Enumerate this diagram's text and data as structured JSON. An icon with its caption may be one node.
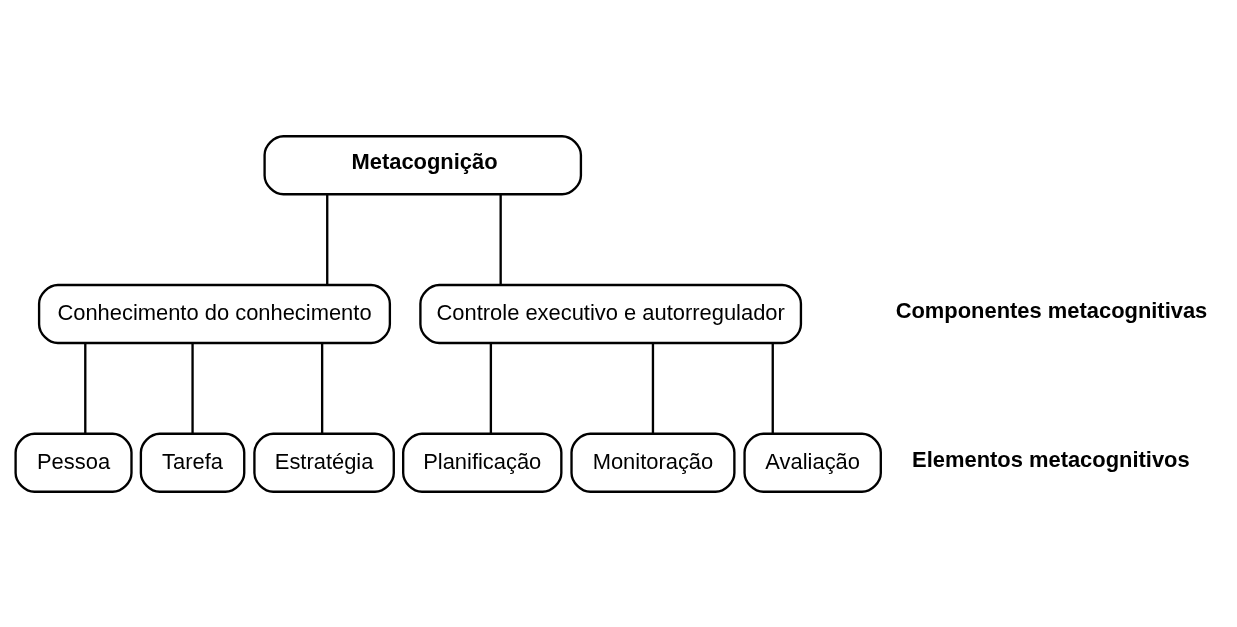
{
  "diagram": {
    "nodes": [
      {
        "text": [
          "Metacognição"
        ]
      },
      {
        "text": [
          "Conhecimento do conhecimento"
        ]
      },
      {
        "text": [
          "Controle executivo e autorregulador"
        ]
      },
      {
        "text": [
          "Pessoa"
        ]
      },
      {
        "text": [
          "Tarefa"
        ]
      },
      {
        "text": [
          "Estratégia"
        ]
      },
      {
        "text": [
          "Planificação"
        ]
      },
      {
        "text": [
          "Monitoração"
        ]
      },
      {
        "text": [
          "Avaliação"
        ]
      }
    ],
    "edges": [
      {
        "from": 0,
        "to": 1,
        "arrow": "none"
      },
      {
        "from": 0,
        "to": 2,
        "arrow": "none"
      },
      {
        "from": 1,
        "to": 3,
        "arrow": "none"
      },
      {
        "from": 1,
        "to": 4,
        "arrow": "none"
      },
      {
        "from": 1,
        "to": 5,
        "arrow": "none"
      },
      {
        "from": 2,
        "to": 6,
        "arrow": "none"
      },
      {
        "from": 2,
        "to": 7,
        "arrow": "none"
      },
      {
        "from": 2,
        "to": 8,
        "arrow": "none"
      }
    ],
    "labels": [
      "Componentes metacognitivas",
      "Elementos metacognitivos"
    ]
  }
}
